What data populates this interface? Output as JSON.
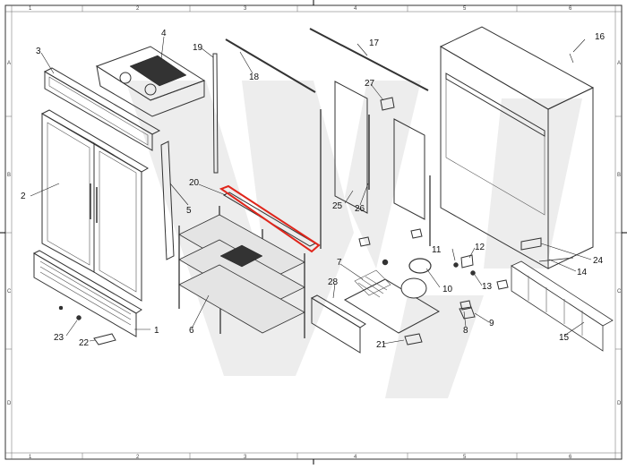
{
  "grid": {
    "columns": [
      "1",
      "2",
      "3",
      "4",
      "5",
      "6"
    ],
    "rows": [
      "A",
      "B",
      "C",
      "D"
    ]
  },
  "callouts": [
    {
      "id": "c1",
      "label": "1"
    },
    {
      "id": "c2",
      "label": "2"
    },
    {
      "id": "c3",
      "label": "3"
    },
    {
      "id": "c4",
      "label": "4"
    },
    {
      "id": "c5",
      "label": "5"
    },
    {
      "id": "c6",
      "label": "6"
    },
    {
      "id": "c7",
      "label": "7"
    },
    {
      "id": "c8",
      "label": "8"
    },
    {
      "id": "c9",
      "label": "9"
    },
    {
      "id": "c10",
      "label": "10"
    },
    {
      "id": "c11",
      "label": "11"
    },
    {
      "id": "c12",
      "label": "12"
    },
    {
      "id": "c13",
      "label": "13"
    },
    {
      "id": "c14",
      "label": "14"
    },
    {
      "id": "c15",
      "label": "15"
    },
    {
      "id": "c16",
      "label": "16"
    },
    {
      "id": "c17",
      "label": "17"
    },
    {
      "id": "c18",
      "label": "18"
    },
    {
      "id": "c19",
      "label": "19"
    },
    {
      "id": "c20",
      "label": "20"
    },
    {
      "id": "c21",
      "label": "21"
    },
    {
      "id": "c22",
      "label": "22"
    },
    {
      "id": "c23",
      "label": "23"
    },
    {
      "id": "c24",
      "label": "24"
    },
    {
      "id": "c25",
      "label": "25"
    },
    {
      "id": "c26",
      "label": "26"
    },
    {
      "id": "c27",
      "label": "27"
    },
    {
      "id": "c28",
      "label": "28"
    }
  ],
  "highlight": {
    "part": "20",
    "color": "#e0251b"
  }
}
